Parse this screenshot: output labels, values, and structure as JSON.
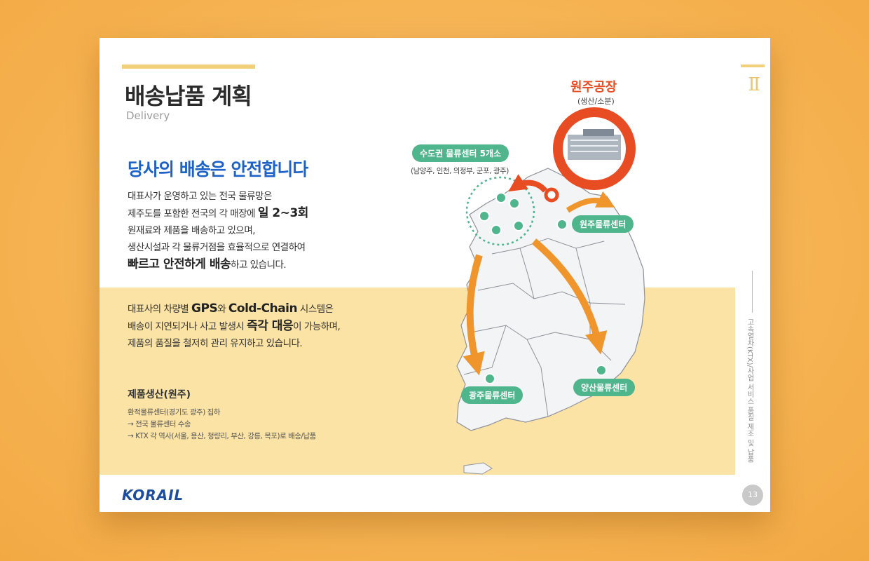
{
  "slide": {
    "title": "배송납품 계획",
    "subtitle": "Delivery",
    "section_numeral": "Ⅱ",
    "side_caption": "고속열차(KTX)/사업 서비스 품질 제조 및 납품",
    "page_number": "13",
    "logo_text": "KORAIL"
  },
  "intro": {
    "headline": "당사의 배송은 안전합니다",
    "p1_line1": "대표사가 운영하고 있는 전국 물류망은",
    "p1_line2_pre": "제주도를 포함한 전국의 각 매장에 ",
    "p1_line2_bold": "일 2~3회",
    "p1_line3": "원재료와 제품을 배송하고 있으며,",
    "p1_line4": "생산시설과 각 물류거점을 효율적으로 연결하여",
    "p1_line5_bold": "빠르고 안전하게 배송",
    "p1_line5_post": "하고 있습니다."
  },
  "gps": {
    "l1_pre": "대표사의 차량별 ",
    "l1_bold1": "GPS",
    "l1_mid": "와 ",
    "l1_bold2": "Cold-Chain",
    "l1_post": " 시스템은",
    "l2_pre": "배송이 지연되거나 사고 발생시 ",
    "l2_bold": "즉각 대응",
    "l2_post": "이 가능하며,",
    "l3": "제품의 품질을 철저히 관리 유지하고 있습니다."
  },
  "production": {
    "title": "제품생산(원주)",
    "lines": [
      "환적물류센터(경기도 광주) 집하",
      "→ 전국 물류센터 수송",
      "→ KTX 각 역사(서울, 용산, 청량리, 부산, 강릉, 목포)로 배송/납품"
    ]
  },
  "map": {
    "factory_title": "원주공장",
    "factory_sub": "(생산/소분)",
    "seoul_label": "수도권 물류센터 5개소",
    "seoul_sub": "(남양주, 인천, 의정부, 군포, 광주)",
    "wonju_label": "원주물류센터",
    "gwangju_label": "광주물류센터",
    "yangsan_label": "양산물류센터",
    "colors": {
      "green": "#4fb58c",
      "red": "#e84c22",
      "orange": "#f0952b"
    }
  }
}
